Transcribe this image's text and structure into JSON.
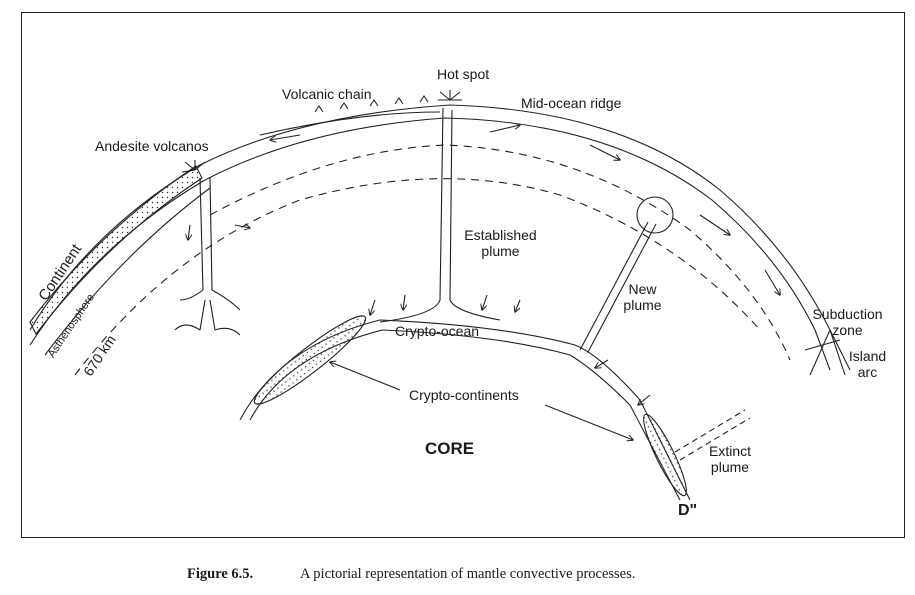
{
  "figure": {
    "caption_number": "Figure 6.5.",
    "caption_text": "A pictorial representation of mantle convective processes."
  },
  "labels": {
    "hot_spot": "Hot spot",
    "volcanic_chain": "Volcanic chain",
    "mid_ocean_ridge": "Mid-ocean ridge",
    "andesite_volcanos": "Andesite volcanos",
    "established_plume_1": "Established",
    "established_plume_2": "plume",
    "new_plume_1": "New",
    "new_plume_2": "plume",
    "continent": "Continent",
    "asthenosphere": "Asthenosphere",
    "depth_670": "670 km",
    "crypto_ocean": "Crypto-ocean",
    "crypto_continents": "Crypto-continents",
    "core": "CORE",
    "subduction_zone_1": "Subduction",
    "subduction_zone_2": "zone",
    "island_arc_1": "Island",
    "island_arc_2": "arc",
    "extinct_plume_1": "Extinct",
    "extinct_plume_2": "plume",
    "d_double_prime": "D\""
  }
}
